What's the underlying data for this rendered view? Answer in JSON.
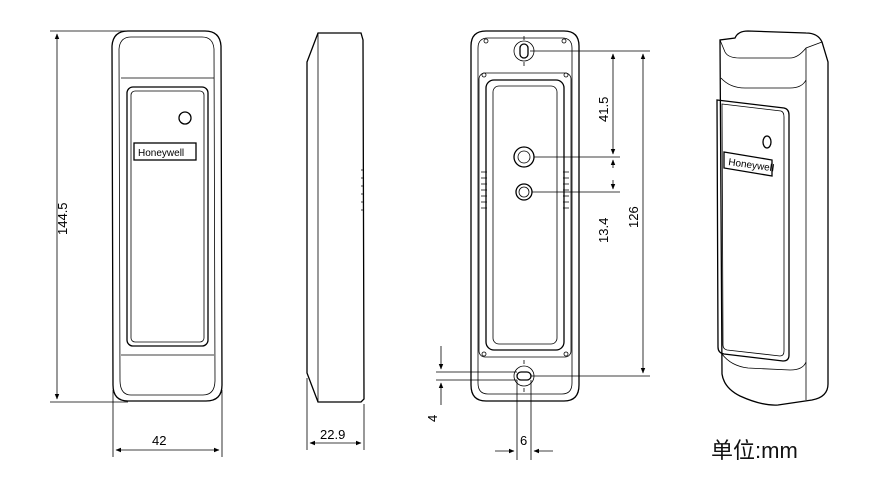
{
  "brand_label": "Honeywell",
  "unit_label": "单位:mm",
  "dimensions": {
    "height": "144.5",
    "width": "42",
    "depth": "22.9",
    "hole_top_to_mid": "41.5",
    "mid_to_bottom_hole": "13.4",
    "hole_spacing": "126",
    "slot_height": "4",
    "slot_width": "6"
  }
}
